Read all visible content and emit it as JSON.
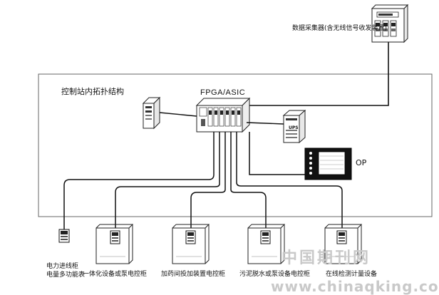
{
  "labels": {
    "collector": "数据采集器(含无线信号收发装置)",
    "station_title": "控制站内拓扑结构",
    "fpga": "FPGA/ASIC",
    "ups": "UPS",
    "op": "OP"
  },
  "devices": [
    {
      "id": "power-cabinet",
      "line1": "电力进线柜",
      "line2": "电量多功能表"
    },
    {
      "id": "integrated",
      "line1": "一体化设备或泵电控柜",
      "line2": ""
    },
    {
      "id": "dosing",
      "line1": "加药间投加装置电控柜",
      "line2": ""
    },
    {
      "id": "sludge",
      "line1": "污泥脱水或泵设备电控柜",
      "line2": ""
    },
    {
      "id": "metering",
      "line1": "在线检测计量设备",
      "line2": ""
    }
  ],
  "watermark": {
    "cn": "中国期刊网",
    "url": "www.chinaqking.com"
  }
}
